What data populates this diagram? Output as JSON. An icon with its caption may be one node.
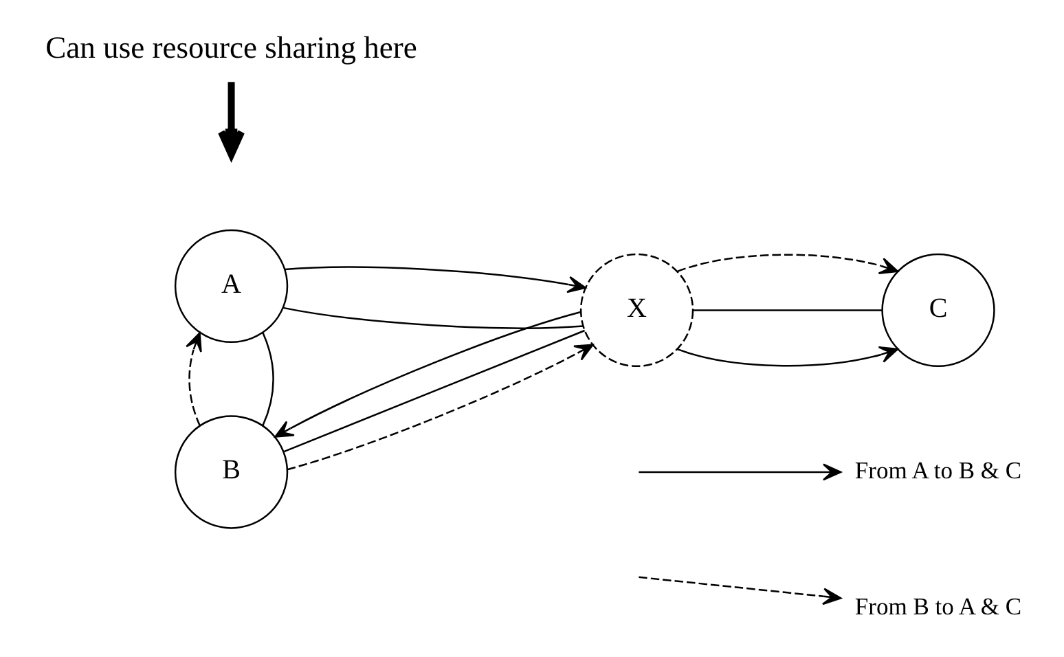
{
  "diagram": {
    "nodes": [
      {
        "text": [
          "A"
        ]
      },
      {
        "text": [
          "X"
        ]
      },
      {
        "text": [
          "C"
        ]
      },
      {
        "text": [
          "B"
        ]
      },
      {
        "text": [
          "Can use resource sharing here"
        ]
      }
    ],
    "edges": [
      {
        "from": 0,
        "to": 1,
        "arrow": "none"
      },
      {
        "from": 0,
        "to": 1,
        "arrow": "to"
      },
      {
        "from": 0,
        "to": 3,
        "arrow": "none"
      },
      {
        "from": 3,
        "to": 0,
        "arrow": "to",
        "style": "dashed"
      },
      {
        "from": 1,
        "to": 3,
        "arrow": "to"
      },
      {
        "from": 3,
        "to": 1,
        "arrow": "none"
      },
      {
        "from": 3,
        "to": 1,
        "arrow": "to",
        "style": "dashed"
      },
      {
        "from": 1,
        "to": 2,
        "arrow": "to"
      },
      {
        "from": 1,
        "to": 2,
        "arrow": "none"
      },
      {
        "from": 1,
        "to": 2,
        "arrow": "to",
        "style": "dashed"
      },
      {
        "from": 4,
        "to": null,
        "arrow": "to",
        "style": "thick"
      }
    ],
    "legend": [
      {
        "text": "From A to B & C"
      },
      {
        "text": "From B to A & C"
      }
    ]
  }
}
